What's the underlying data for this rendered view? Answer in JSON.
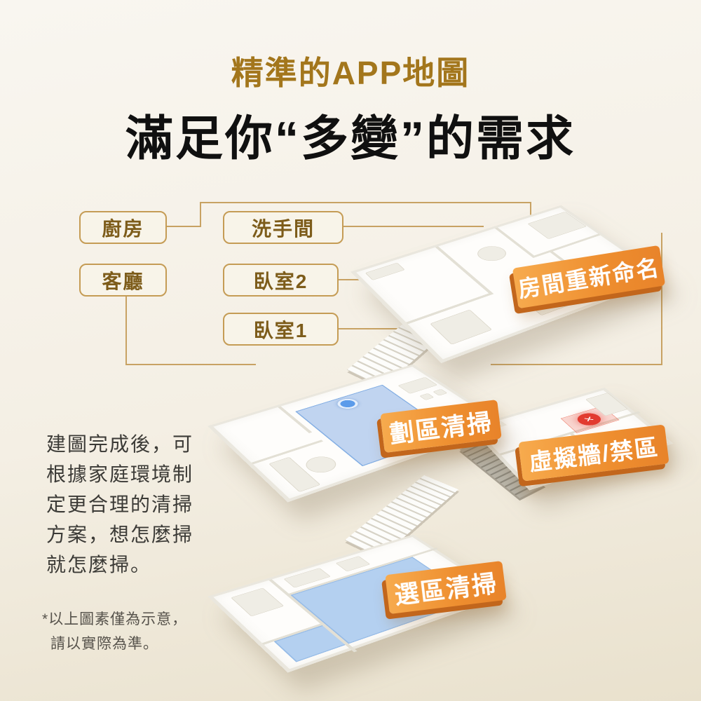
{
  "header": {
    "eyebrow": "精準的APP地圖",
    "title": "滿足你“多變”的需求"
  },
  "room_labels": [
    {
      "label": "廚房"
    },
    {
      "label": "洗手間"
    },
    {
      "label": "客廳"
    },
    {
      "label": "臥室2"
    },
    {
      "label": "臥室1"
    }
  ],
  "features": [
    {
      "label": "房間重新命名"
    },
    {
      "label": "劃區清掃"
    },
    {
      "label": "虛擬牆/禁區"
    },
    {
      "label": "選區清掃"
    }
  ],
  "description": {
    "lines": [
      "建圖完成後，可",
      "根據家庭環境制",
      "定更合理的清掃",
      "方案，想怎麼掃",
      "就怎麼掃。"
    ]
  },
  "footnote": {
    "lines": [
      "*以上圖素僅為示意，",
      "請以實際為準。"
    ]
  },
  "icons": {
    "no_go": "✕"
  },
  "colors": {
    "accent_gold": "#a3761c",
    "pill_border_gold": "#c59c55",
    "connector_gold": "#c8a263",
    "ribbon_orange": "#ee8e2f",
    "nogo_red": "#e23b30",
    "zone_blue": "#aec9ee",
    "background_cream": "#f4efe4"
  }
}
